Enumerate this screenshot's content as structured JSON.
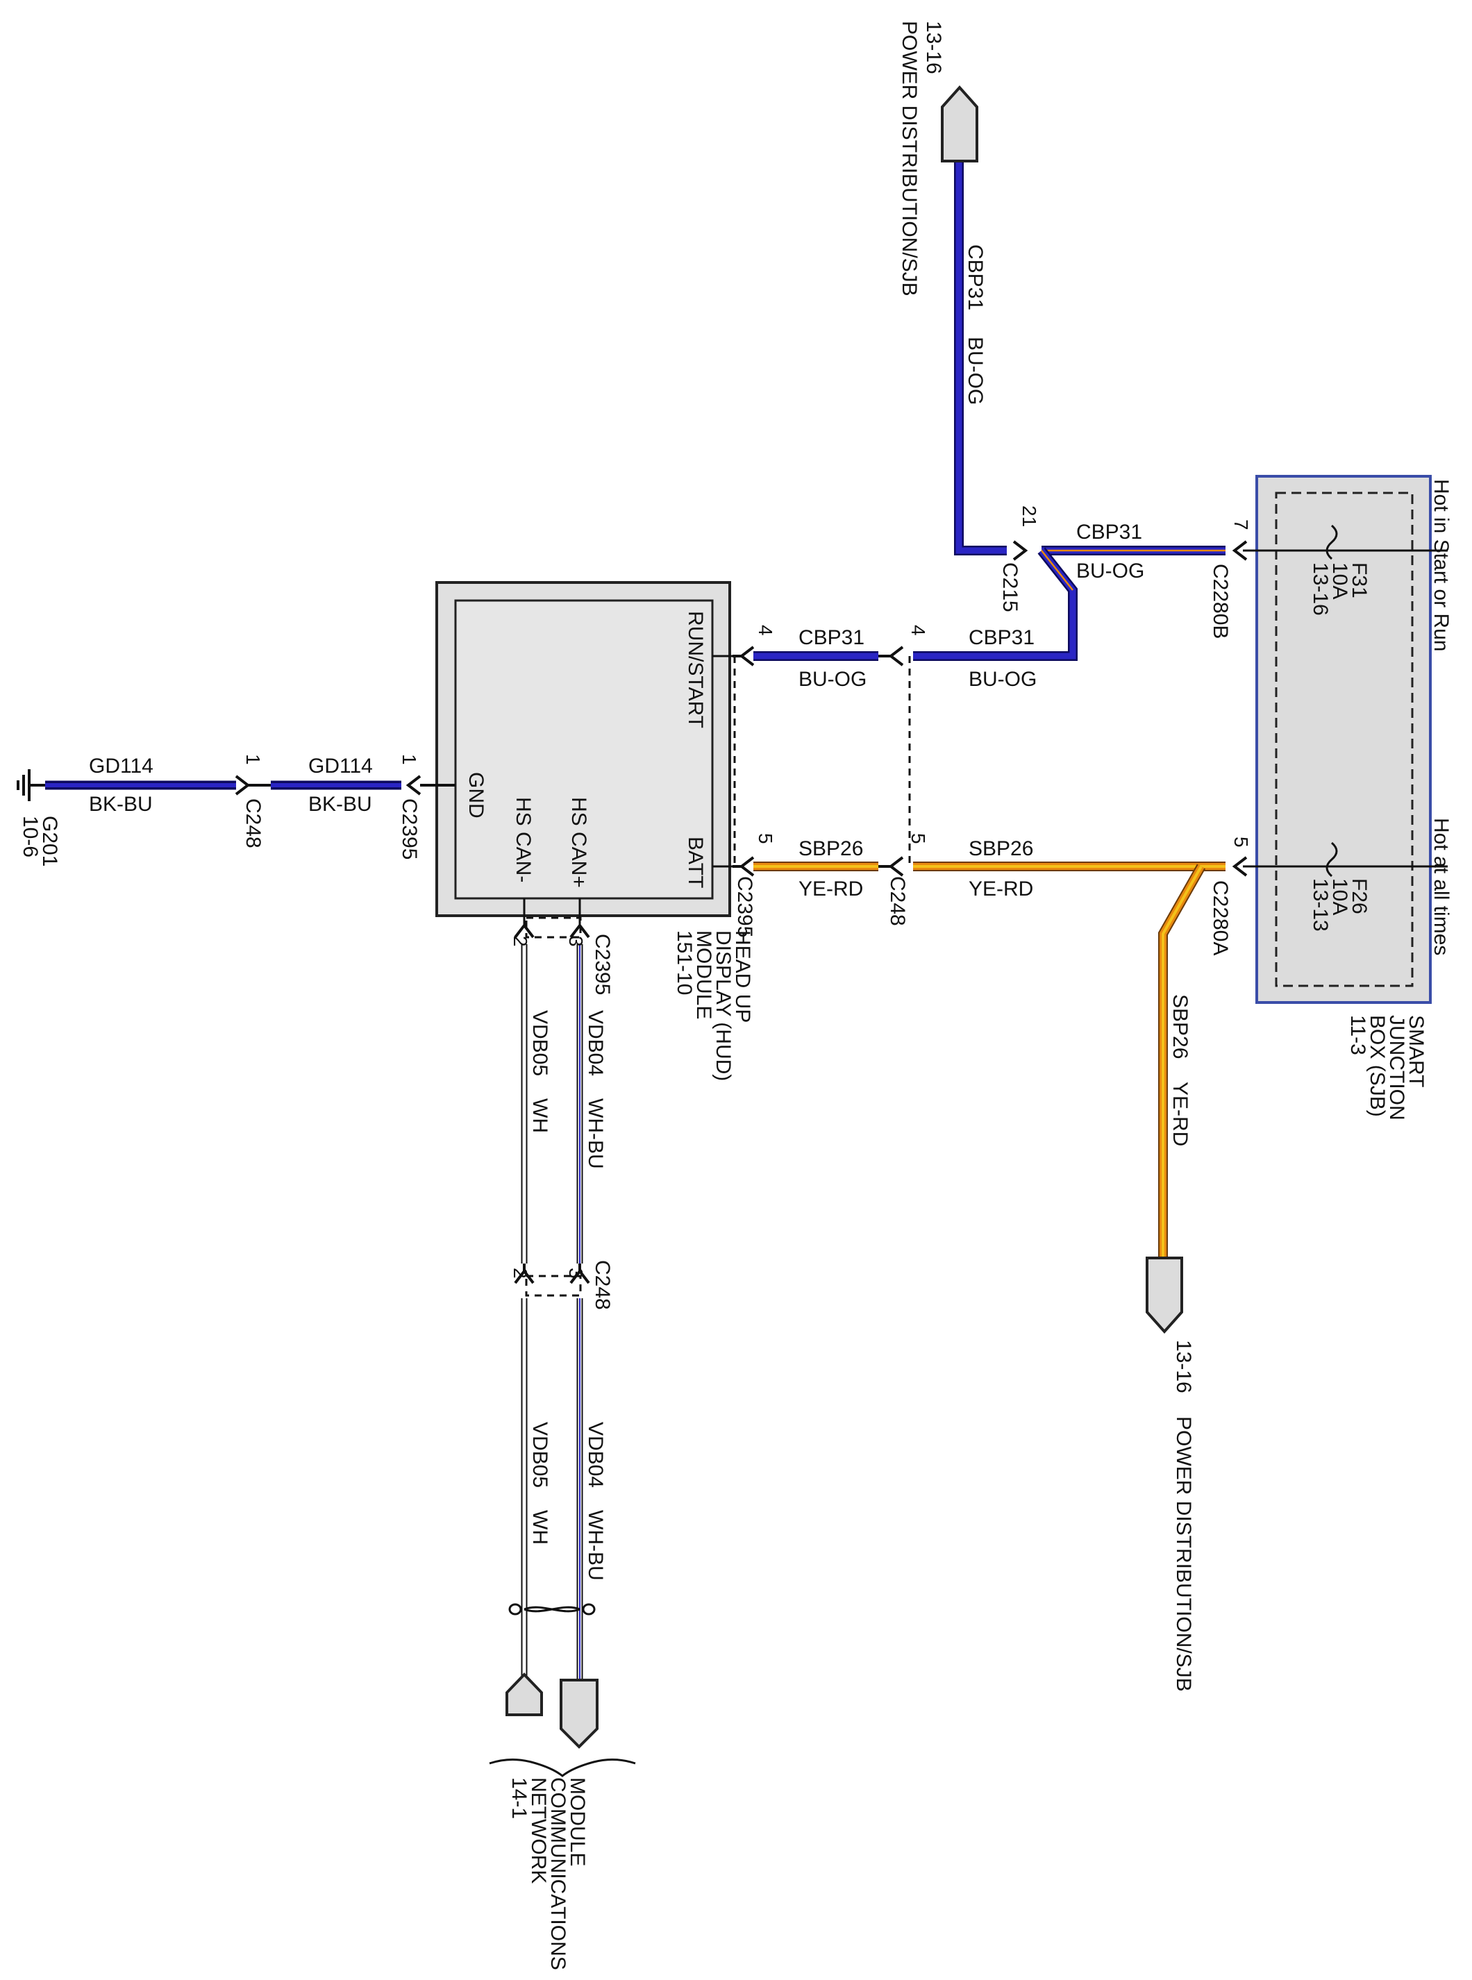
{
  "colors": {
    "blue": "#2a25c4",
    "blue_dark": "#0d0a5e",
    "orange": "#e8890f",
    "yellow": "#f4c21a",
    "red": "#c8352b",
    "white_wire": "#ffffff",
    "box_fill": "#e4e4e4",
    "sjb_border": "#3a4da8",
    "sjb_fill": "#dcdcdc"
  },
  "sjb": {
    "name": "SMART JUNCTION BOX (SJB)",
    "name_lines": [
      "SMART",
      "JUNCTION",
      "BOX (SJB)",
      "11-3"
    ],
    "hot_start_run": "Hot in Start or Run",
    "hot_all_times": "Hot at all times",
    "fuse_f31": {
      "id": "F31",
      "rating": "10A",
      "ref": "13-16"
    },
    "fuse_f26": {
      "id": "F26",
      "rating": "10A",
      "ref": "13-13"
    },
    "conn_b": "C2280B",
    "conn_a": "C2280A",
    "pin_b": "7",
    "pin_a": "5"
  },
  "hud": {
    "name_lines": [
      "HEAD UP",
      "DISPLAY (HUD)",
      "MODULE",
      "151-10"
    ],
    "pin_run_start": "RUN/START",
    "pin_batt": "BATT",
    "pin_gnd": "GND",
    "pin_can_plus": "HS CAN+",
    "pin_can_minus": "HS CAN-"
  },
  "power_top": {
    "ref": "13-16",
    "label": "POWER DISTRIBUTION/SJB"
  },
  "power_bottom": {
    "ref": "13-16",
    "label": "POWER DISTRIBUTION/SJB"
  },
  "network": {
    "label_lines": [
      "MODULE",
      "COMMUNICATIONS",
      "NETWORK",
      "14-1"
    ]
  },
  "ground": {
    "id": "G201",
    "ref": "10-6"
  },
  "wires": {
    "cbp31": {
      "circuit": "CBP31",
      "color": "BU-OG"
    },
    "sbp26": {
      "circuit": "SBP26",
      "color": "YE-RD"
    },
    "gd114": {
      "circuit": "GD114",
      "color": "BK-BU"
    },
    "vdb04": {
      "circuit": "VDB04",
      "color": "WH-BU"
    },
    "vdb05": {
      "circuit": "VDB05",
      "color": "WH"
    }
  },
  "connectors": {
    "c215": "C215",
    "c248": "C248",
    "c2395": "C2395",
    "pin_21": "21",
    "pin_4": "4",
    "pin_5": "5",
    "pin_1": "1",
    "pin_2": "2",
    "pin_3": "3"
  }
}
